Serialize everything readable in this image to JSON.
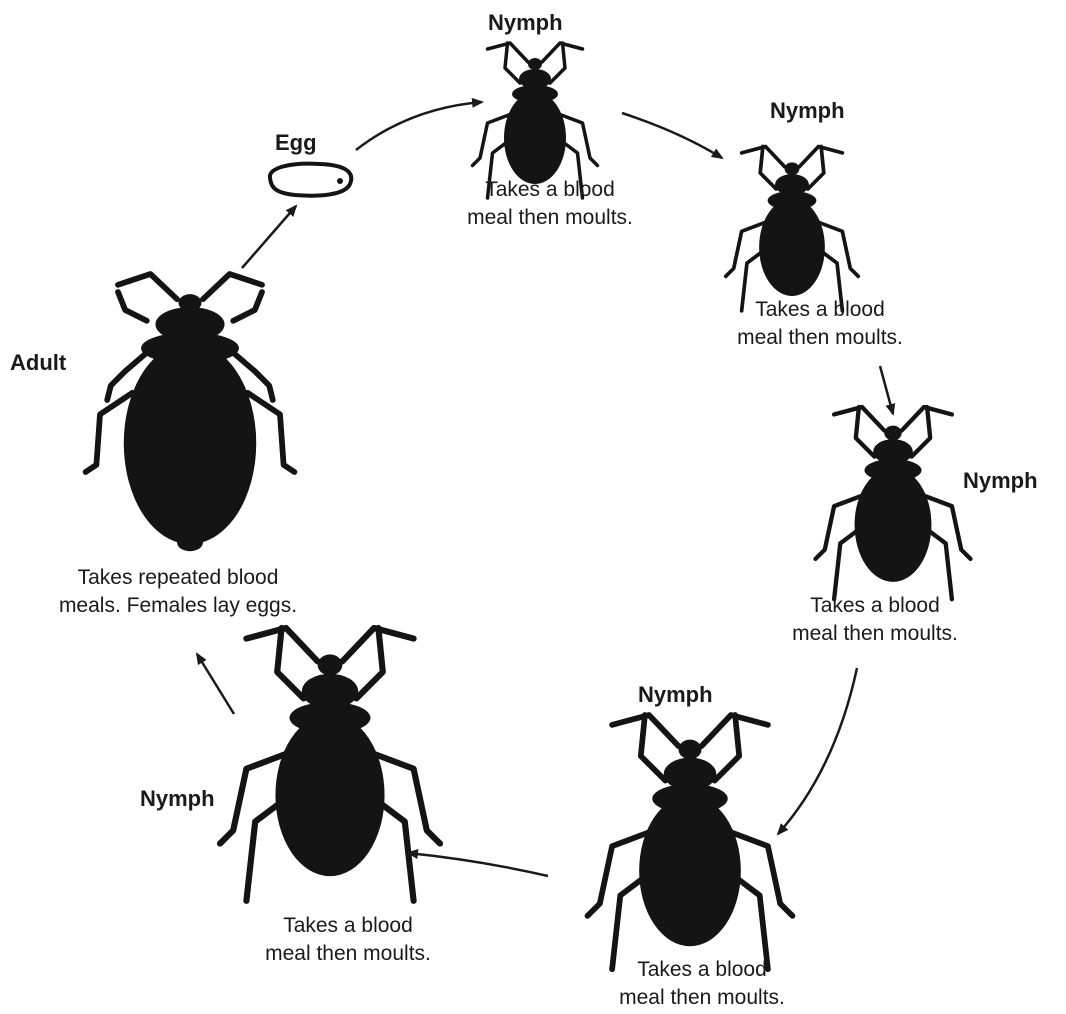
{
  "stages": [
    {
      "id": "egg",
      "name": "Egg",
      "caption_lines": []
    },
    {
      "id": "nymph1",
      "name": "Nymph",
      "caption_lines": [
        "Takes a blood",
        "meal then moults."
      ]
    },
    {
      "id": "nymph2",
      "name": "Nymph",
      "caption_lines": [
        "Takes a blood",
        "meal then moults."
      ]
    },
    {
      "id": "nymph3",
      "name": "Nymph",
      "caption_lines": [
        "Takes a blood",
        "meal then moults."
      ]
    },
    {
      "id": "nymph4",
      "name": "Nymph",
      "caption_lines": [
        "Takes a blood",
        "meal then moults."
      ]
    },
    {
      "id": "nymph5",
      "name": "Nymph",
      "caption_lines": [
        "Takes a blood",
        "meal then moults."
      ]
    },
    {
      "id": "adult",
      "name": "Adult",
      "caption_lines": [
        "Takes repeated blood",
        "meals. Females lay eggs."
      ]
    }
  ],
  "colors": {
    "bug": "#141414",
    "stroke": "#1a1a1a",
    "background": "#ffffff"
  }
}
